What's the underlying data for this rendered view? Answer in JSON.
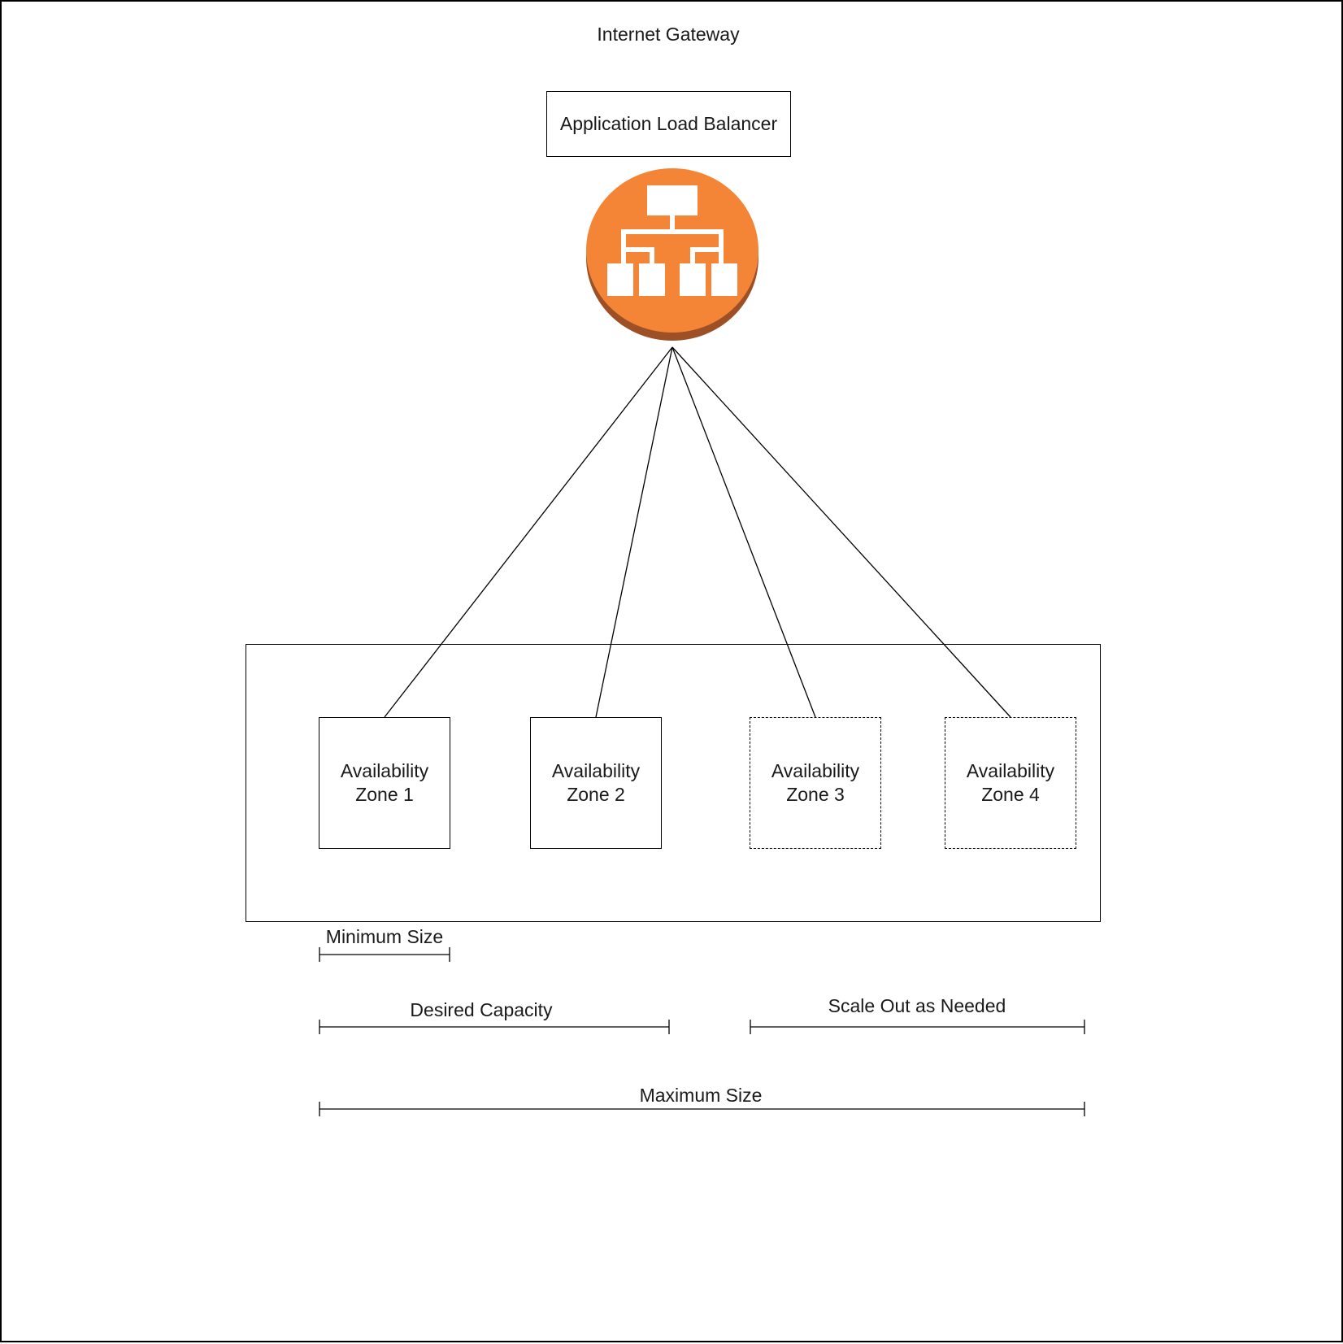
{
  "gateway": {
    "label": "Internet Gateway"
  },
  "load_balancer": {
    "label": "Application Load Balancer",
    "icon": "load-balancer-icon",
    "icon_color": "#F58536",
    "icon_shadow_color": "#9D5025"
  },
  "zones": [
    {
      "label": "Availability\nZone 1",
      "style": "solid"
    },
    {
      "label": "Availability\nZone 2",
      "style": "solid"
    },
    {
      "label": "Availability\nZone 3",
      "style": "dashed"
    },
    {
      "label": "Availability\nZone 4",
      "style": "dashed"
    }
  ],
  "ranges": {
    "minimum": "Minimum Size",
    "desired": "Desired Capacity",
    "scale_out": "Scale Out as Needed",
    "maximum": "Maximum Size"
  }
}
